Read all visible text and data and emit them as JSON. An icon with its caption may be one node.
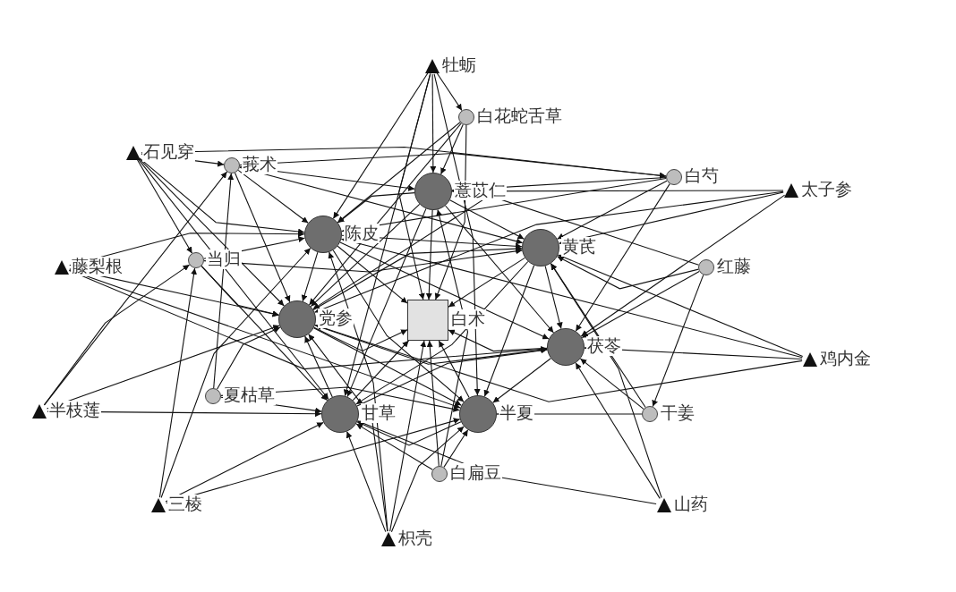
{
  "diagram": {
    "nodes": [
      {
        "text": [
          "牡蛎"
        ]
      },
      {
        "text": [
          "白花蛇舌草"
        ]
      },
      {
        "text": [
          "石见穿"
        ]
      },
      {
        "text": [
          "莪术"
        ]
      },
      {
        "text": [
          "白芍"
        ]
      },
      {
        "text": [
          "太子参"
        ]
      },
      {
        "text": [
          "薏苡仁"
        ]
      },
      {
        "text": [
          "陈皮"
        ]
      },
      {
        "text": [
          "黄芪"
        ]
      },
      {
        "text": [
          "当归"
        ]
      },
      {
        "text": [
          "藤梨根"
        ]
      },
      {
        "text": [
          "红藤"
        ]
      },
      {
        "text": [
          "党参"
        ]
      },
      {
        "text": [
          "白术"
        ]
      },
      {
        "text": [
          "茯苓"
        ]
      },
      {
        "text": [
          "鸡内金"
        ]
      },
      {
        "text": [
          "夏枯草"
        ]
      },
      {
        "text": [
          "半枝莲"
        ]
      },
      {
        "text": [
          "甘草"
        ]
      },
      {
        "text": [
          "半夏"
        ]
      },
      {
        "text": [
          "干姜"
        ]
      },
      {
        "text": [
          "白扁豆"
        ]
      },
      {
        "text": [
          "三棱"
        ]
      },
      {
        "text": [
          "山药"
        ]
      },
      {
        "text": [
          "枳壳"
        ]
      }
    ],
    "edges": [
      {
        "from": 6,
        "to": 13,
        "arrow": "to"
      },
      {
        "from": 7,
        "to": 13,
        "arrow": "to"
      },
      {
        "from": 8,
        "to": 13,
        "arrow": "to"
      },
      {
        "from": 12,
        "to": 13,
        "arrow": "to"
      },
      {
        "from": 14,
        "to": 13,
        "arrow": "to"
      },
      {
        "from": 18,
        "to": 13,
        "arrow": "to"
      },
      {
        "from": 19,
        "to": 13,
        "arrow": "to"
      },
      {
        "from": 7,
        "to": 12,
        "arrow": "to"
      },
      {
        "from": 6,
        "to": 7,
        "arrow": "to"
      },
      {
        "from": 6,
        "to": 8,
        "arrow": "to"
      },
      {
        "from": 8,
        "to": 14,
        "arrow": "to"
      },
      {
        "from": 14,
        "to": 19,
        "arrow": "to"
      },
      {
        "from": 19,
        "to": 18,
        "arrow": "to"
      },
      {
        "from": 18,
        "to": 12,
        "arrow": "to"
      },
      {
        "from": 12,
        "to": 19,
        "arrow": "to"
      },
      {
        "from": 7,
        "to": 19,
        "arrow": "to"
      },
      {
        "from": 6,
        "to": 18,
        "arrow": "to"
      },
      {
        "from": 8,
        "to": 18,
        "arrow": "to"
      },
      {
        "from": 12,
        "to": 14,
        "arrow": "to"
      },
      {
        "from": 7,
        "to": 8,
        "arrow": "to"
      },
      {
        "from": 6,
        "to": 14,
        "arrow": "to"
      },
      {
        "from": 6,
        "to": 12,
        "arrow": "to"
      },
      {
        "from": 7,
        "to": 14,
        "arrow": "to"
      },
      {
        "from": 18,
        "to": 14,
        "arrow": "to"
      },
      {
        "from": 8,
        "to": 19,
        "arrow": "to"
      },
      {
        "from": 12,
        "to": 8,
        "arrow": "to"
      },
      {
        "from": 0,
        "to": 6,
        "arrow": "to"
      },
      {
        "from": 0,
        "to": 7,
        "arrow": "to"
      },
      {
        "from": 0,
        "to": 13,
        "arrow": "to"
      },
      {
        "from": 0,
        "to": 19,
        "arrow": "to"
      },
      {
        "from": 0,
        "to": 18,
        "arrow": "to"
      },
      {
        "from": 0,
        "to": 1,
        "arrow": "to"
      },
      {
        "from": 1,
        "to": 6,
        "arrow": "to"
      },
      {
        "from": 1,
        "to": 7,
        "arrow": "to"
      },
      {
        "from": 1,
        "to": 13,
        "arrow": "to"
      },
      {
        "from": 1,
        "to": 12,
        "arrow": "to"
      },
      {
        "from": 2,
        "to": 3,
        "arrow": "to"
      },
      {
        "from": 2,
        "to": 7,
        "arrow": "to"
      },
      {
        "from": 2,
        "to": 12,
        "arrow": "to"
      },
      {
        "from": 2,
        "to": 18,
        "arrow": "to"
      },
      {
        "from": 2,
        "to": 9,
        "arrow": "to"
      },
      {
        "from": 2,
        "to": 4,
        "arrow": "to"
      },
      {
        "from": 3,
        "to": 7,
        "arrow": "to"
      },
      {
        "from": 3,
        "to": 12,
        "arrow": "to"
      },
      {
        "from": 3,
        "to": 6,
        "arrow": "to"
      },
      {
        "from": 3,
        "to": 4,
        "arrow": "to"
      },
      {
        "from": 3,
        "to": 8,
        "arrow": "to"
      },
      {
        "from": 4,
        "to": 6,
        "arrow": "to"
      },
      {
        "from": 4,
        "to": 8,
        "arrow": "to"
      },
      {
        "from": 4,
        "to": 7,
        "arrow": "to"
      },
      {
        "from": 4,
        "to": 14,
        "arrow": "to"
      },
      {
        "from": 5,
        "to": 8,
        "arrow": "to"
      },
      {
        "from": 5,
        "to": 12,
        "arrow": "to"
      },
      {
        "from": 5,
        "to": 14,
        "arrow": "to"
      },
      {
        "from": 5,
        "to": 6,
        "arrow": "to"
      },
      {
        "from": 9,
        "to": 7,
        "arrow": "to"
      },
      {
        "from": 9,
        "to": 12,
        "arrow": "to"
      },
      {
        "from": 9,
        "to": 8,
        "arrow": "to"
      },
      {
        "from": 9,
        "to": 18,
        "arrow": "to"
      },
      {
        "from": 10,
        "to": 12,
        "arrow": "to"
      },
      {
        "from": 10,
        "to": 7,
        "arrow": "to"
      },
      {
        "from": 10,
        "to": 19,
        "arrow": "to"
      },
      {
        "from": 10,
        "to": 14,
        "arrow": "to"
      },
      {
        "from": 11,
        "to": 8,
        "arrow": "to"
      },
      {
        "from": 11,
        "to": 14,
        "arrow": "to"
      },
      {
        "from": 11,
        "to": 20,
        "arrow": "to"
      },
      {
        "from": 11,
        "to": 12,
        "arrow": "to"
      },
      {
        "from": 15,
        "to": 14,
        "arrow": "to"
      },
      {
        "from": 15,
        "to": 8,
        "arrow": "to"
      },
      {
        "from": 15,
        "to": 12,
        "arrow": "to"
      },
      {
        "from": 15,
        "to": 7,
        "arrow": "to"
      },
      {
        "from": 16,
        "to": 18,
        "arrow": "to"
      },
      {
        "from": 16,
        "to": 12,
        "arrow": "to"
      },
      {
        "from": 16,
        "to": 3,
        "arrow": "to"
      },
      {
        "from": 16,
        "to": 19,
        "arrow": "to"
      },
      {
        "from": 17,
        "to": 18,
        "arrow": "to"
      },
      {
        "from": 17,
        "to": 9,
        "arrow": "to"
      },
      {
        "from": 17,
        "to": 12,
        "arrow": "to"
      },
      {
        "from": 17,
        "to": 3,
        "arrow": "to"
      },
      {
        "from": 20,
        "to": 14,
        "arrow": "to"
      },
      {
        "from": 20,
        "to": 19,
        "arrow": "to"
      },
      {
        "from": 20,
        "to": 8,
        "arrow": "to"
      },
      {
        "from": 21,
        "to": 19,
        "arrow": "to"
      },
      {
        "from": 21,
        "to": 18,
        "arrow": "to"
      },
      {
        "from": 21,
        "to": 13,
        "arrow": "to"
      },
      {
        "from": 21,
        "to": 6,
        "arrow": "to"
      },
      {
        "from": 22,
        "to": 9,
        "arrow": "to"
      },
      {
        "from": 22,
        "to": 18,
        "arrow": "to"
      },
      {
        "from": 22,
        "to": 7,
        "arrow": "to"
      },
      {
        "from": 22,
        "to": 19,
        "arrow": "to"
      },
      {
        "from": 23,
        "to": 14,
        "arrow": "to"
      },
      {
        "from": 23,
        "to": 18,
        "arrow": "to"
      },
      {
        "from": 23,
        "to": 8,
        "arrow": "to"
      },
      {
        "from": 24,
        "to": 18,
        "arrow": "to"
      },
      {
        "from": 24,
        "to": 13,
        "arrow": "to"
      },
      {
        "from": 24,
        "to": 19,
        "arrow": "to"
      },
      {
        "from": 24,
        "to": 7,
        "arrow": "to"
      },
      {
        "from": 24,
        "to": 12,
        "arrow": "to"
      }
    ]
  }
}
